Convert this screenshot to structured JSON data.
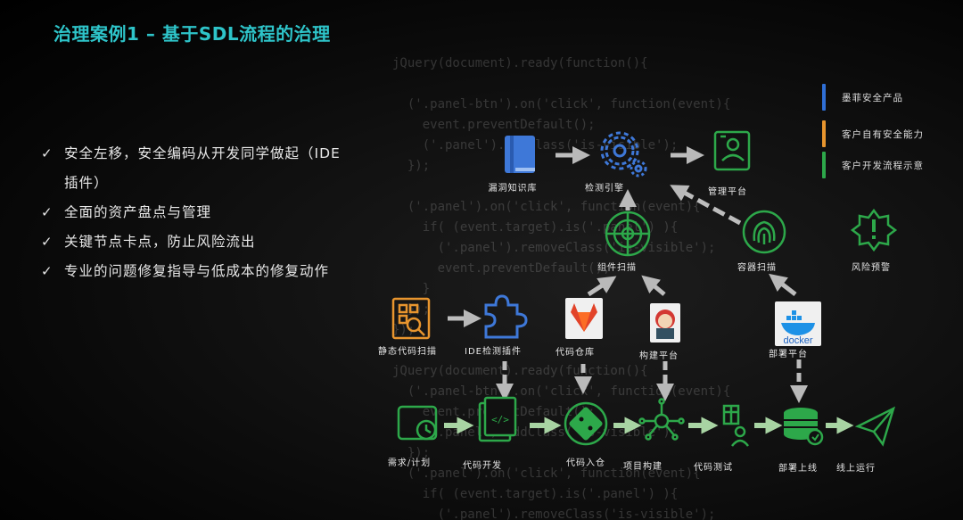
{
  "title": "治理案例1 – 基于SDL流程的治理",
  "bullets": [
    "安全左移，安全编码从开发同学做起（IDE插件）",
    "全面的资产盘点与管理",
    "关键节点卡点，防止风险流出",
    "专业的问题修复指导与低成本的修复动作"
  ],
  "legend": [
    {
      "label": "墨菲安全产品",
      "color": "#2f6fd6"
    },
    {
      "label": "客户自有安全能力",
      "color": "#e8952e"
    },
    {
      "label": "客户开发流程示意",
      "color": "#2da84a"
    }
  ],
  "nodes": {
    "vuln_kb": "漏洞知识库",
    "detect_engine": "检测引擎",
    "mgmt_platform": "管理平台",
    "component_scan": "组件扫描",
    "container_scan": "容器扫描",
    "risk_alert": "风险预警",
    "static_scan": "静态代码扫描",
    "ide_plugin": "IDE检测插件",
    "code_repo": "代码仓库",
    "build_platform": "构建平台",
    "deploy_platform": "部署平台",
    "req_plan": "需求/计划",
    "code_dev": "代码开发",
    "code_merge": "代码入仓",
    "project_build": "项目构建",
    "code_test": "代码测试",
    "deploy_online": "部署上线",
    "run_online": "线上运行"
  },
  "icon_text": {
    "docker": "docker"
  },
  "code_background": [
    "jQuery(document).ready(function(){",
    "",
    "  ('.panel-btn').on('click', function(event){",
    "    event.preventDefault();",
    "    ('.panel').addClass('is-visible');",
    "  });",
    "",
    "  ('.panel').on('click', function(event){",
    "    if( (event.target).is('.panel') ){",
    "      ('.panel').removeClass('is-visible');",
    "      event.preventDefault();",
    "    }",
    "  });",
    "});",
    "",
    "jQuery(document).ready(function(){",
    "  ('.panel-btn').on('click', function(event){",
    "    event.preventDefault();",
    "    ('.panel').addClass('is-visible');",
    "  });",
    "  ('.panel').on('click', function(event){",
    "    if( (event.target).is('.panel') ){",
    "      ('.panel').removeClass('is-visible');"
  ]
}
